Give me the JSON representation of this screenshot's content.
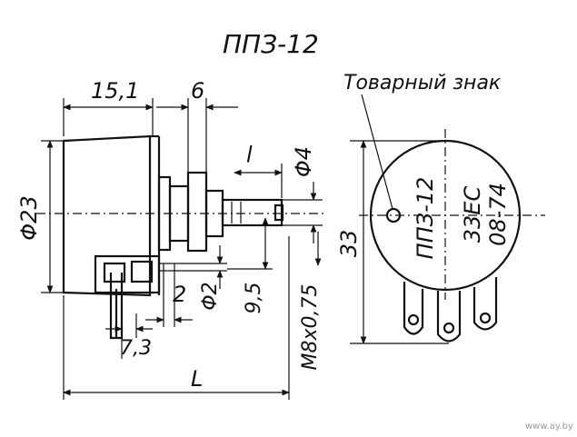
{
  "title": "ППЗ-12",
  "trademark_label": "Товарный знак",
  "dimensions": {
    "width_body": "15,1",
    "width_bushing": "6",
    "shaft_length": "l",
    "shaft_diameter": "Φ4",
    "body_diameter": "Φ23",
    "height_total": "33",
    "terminal_spacing": "2",
    "terminal_diameter": "Φ2",
    "terminal_offset": "9,5",
    "thread": "M8x0,75",
    "terminal_width": "7,3",
    "overall_length": "L"
  },
  "marking": {
    "line1": "ППЗ-12",
    "line2": "33ЕС",
    "line3": "08-74"
  },
  "watermark": "www.ay.by"
}
